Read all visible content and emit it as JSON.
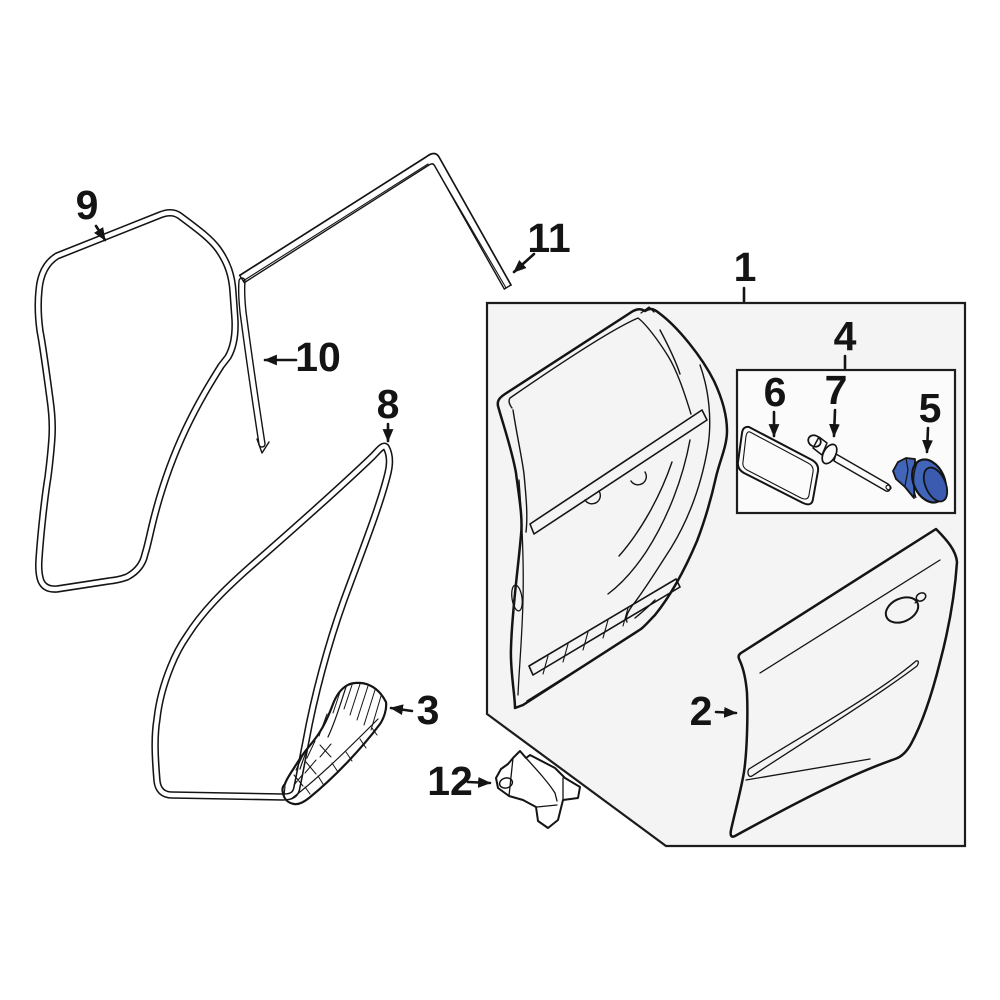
{
  "diagram": {
    "colors": {
      "background": "#ffffff",
      "line": "#141414",
      "box_fill": "#f4f4f4",
      "inset_fill": "#fbfbfb",
      "highlight": "#4165b8",
      "highlight_dark": "#3a5bb0"
    },
    "callouts": [
      {
        "label": "1"
      },
      {
        "label": "2"
      },
      {
        "label": "3"
      },
      {
        "label": "4"
      },
      {
        "label": "5"
      },
      {
        "label": "6"
      },
      {
        "label": "7"
      },
      {
        "label": "8"
      },
      {
        "label": "9"
      },
      {
        "label": "10"
      },
      {
        "label": "11"
      },
      {
        "label": "12"
      }
    ]
  }
}
